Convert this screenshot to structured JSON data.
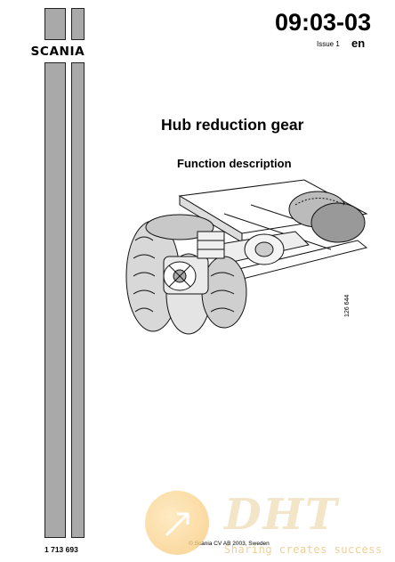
{
  "header": {
    "brand": "SCANIA",
    "doc_number": "09:03-03",
    "issue": "Issue 1",
    "language": "en"
  },
  "title": {
    "main": "Hub reduction gear",
    "sub": "Function description"
  },
  "figure": {
    "number": "126 644"
  },
  "footer": {
    "part_number": "1 713 693",
    "copyright": "© Scania CV AB 2003, Sweden"
  },
  "watermark": {
    "logo_text": "DHT",
    "slogan": "Sharing creates success"
  }
}
